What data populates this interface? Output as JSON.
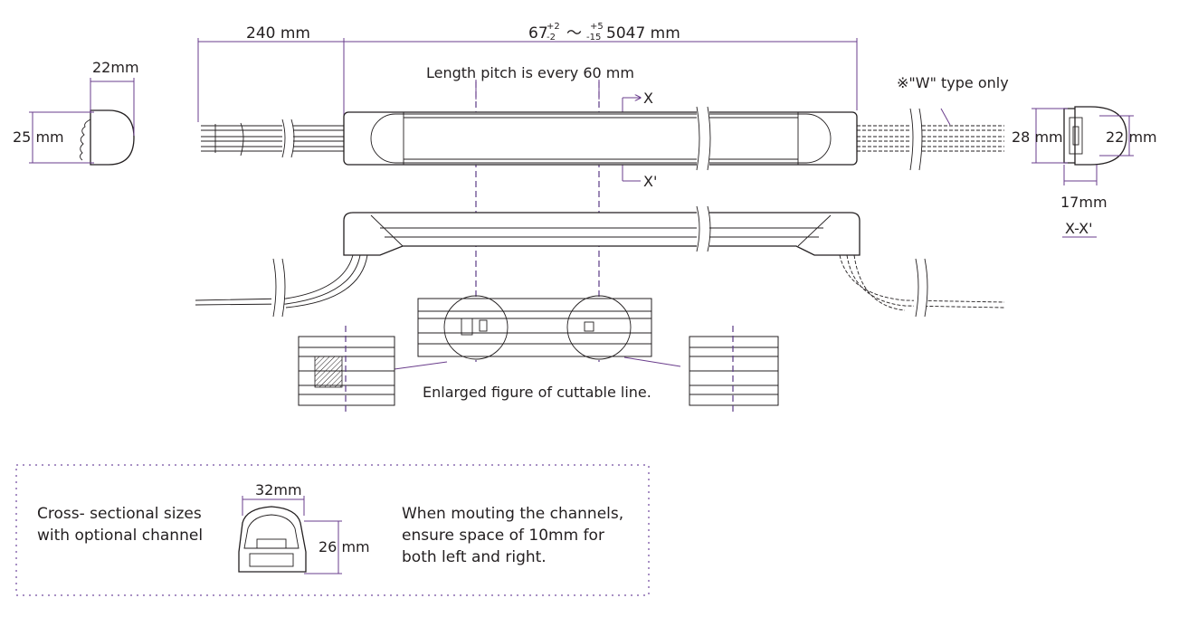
{
  "labels": {
    "lead_length": "240 mm",
    "length_main": "67",
    "length_tol1_upper": "+2",
    "length_tol1_lower": "-2",
    "length_sep": "〜",
    "length_tol2_upper": "+5",
    "length_tol2_lower": "-15",
    "length_max": "5047 mm",
    "pitch": "Length pitch is every 60 mm",
    "section_x": "X",
    "section_x_prime": "X'",
    "w_type_note": "※\"W\" type only",
    "end_width": "22mm",
    "end_height": "25 mm",
    "cs_height": "28 mm",
    "cs_inner_height": "22 mm",
    "cs_width": "17mm",
    "cs_title": "X-X'",
    "enlarged_caption": "Enlarged figure of cuttable line.",
    "channel_title_line1": "Cross- sectional sizes",
    "channel_title_line2": "with optional channel",
    "channel_width": "32mm",
    "channel_height": "26 mm",
    "channel_note_line1": "When mouting the channels,",
    "channel_note_line2": "ensure space of 10mm for",
    "channel_note_line3": "both left and right."
  },
  "colors": {
    "dimension_line": "#6a3d8c",
    "guide_line": "#5b3a86",
    "drawing_line": "#231f20",
    "box_border": "#8c6bb1"
  }
}
